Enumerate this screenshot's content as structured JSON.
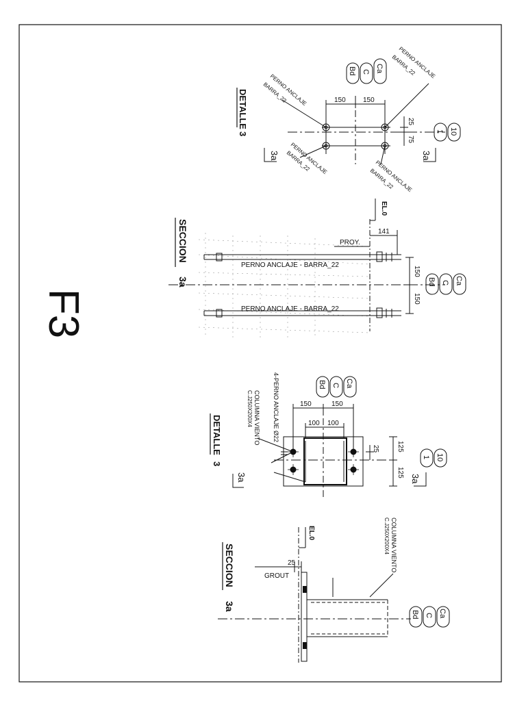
{
  "sheet": {
    "sheet_label": "F3",
    "colors": {
      "ink": "#111111",
      "hatch": "#9a9a9a",
      "paper": "#ffffff"
    }
  },
  "detail_a": {
    "title": "DETALLE",
    "number": "3",
    "section_mark": "3a",
    "bolt_label": "PERNO ANCLAJE",
    "bar_label": "BARRA_22",
    "dims": [
      "150",
      "150",
      "25",
      "75"
    ],
    "grid_labels": [
      "Bd",
      "C",
      "Ca",
      "1",
      "10"
    ]
  },
  "section_a": {
    "title": "SECCION",
    "section_mark": "3a",
    "el_label": "EL.0",
    "proy_label": "PROY.",
    "proy_dim": "141",
    "rod_label_1": "PERNO ANCLAJE   - BARRA_22",
    "rod_label_2": "PERNO ANCLAJE   - BARRA_22",
    "dims": [
      "150",
      "150"
    ],
    "grid_labels": [
      "Bd",
      "C",
      "Ca"
    ]
  },
  "detail_b": {
    "title": "DETALLE",
    "number": "3",
    "section_mark": "3a",
    "bolt_note": "4-PERNO ANCLAJE Ø22",
    "column_note_1": "COLUMNA VIENTO",
    "column_note_2": "C.J250X200X4",
    "dims_outer": [
      "150",
      "150"
    ],
    "dims_inner": [
      "100",
      "100"
    ],
    "dims_side": [
      "125",
      "125",
      "25"
    ],
    "grid_labels": [
      "Bd",
      "C",
      "Ca",
      "1",
      "10"
    ]
  },
  "section_b": {
    "title": "SECCION",
    "section_mark": "3a",
    "el_label": "EL.0",
    "grout_label": "GROUT",
    "grout_dim": "25",
    "column_note_1": "COLUMNA VIENTO",
    "column_note_2": "C.J250X200X4",
    "grid_labels": [
      "Bd",
      "C",
      "Ca"
    ]
  }
}
